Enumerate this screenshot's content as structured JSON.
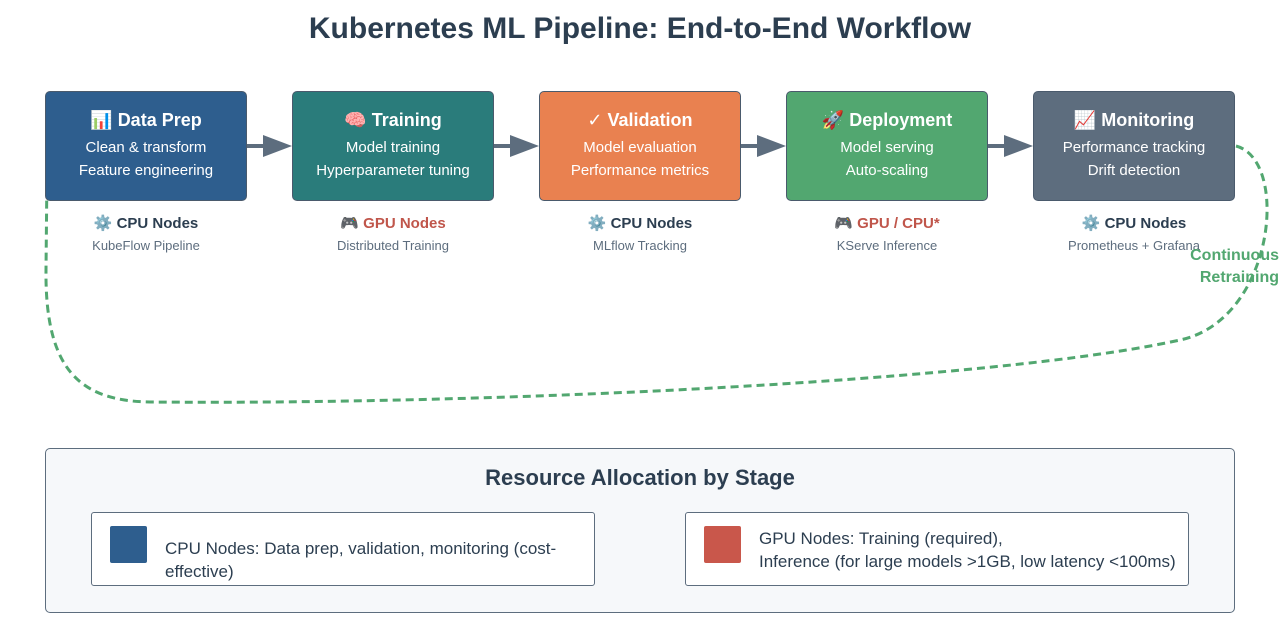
{
  "title": "Kubernetes ML Pipeline: End-to-End Workflow",
  "colors": {
    "cpu": "#2e5e8e",
    "gpu": "#c9574b",
    "arrow": "#5d6d7e",
    "retrain": "#52a770"
  },
  "stages": [
    {
      "icon": "📊",
      "icon_name": "bar-chart-icon",
      "title": "Data Prep",
      "lines": [
        "Clean & transform",
        "Feature engineering"
      ],
      "color": "#2e5e8e",
      "node_icon": "⚙️",
      "node_icon_name": "gear-icon",
      "node_type": "CPU Nodes",
      "node_is_gpu": false,
      "tool": "KubeFlow Pipeline"
    },
    {
      "icon": "🧠",
      "icon_name": "brain-icon",
      "title": "Training",
      "lines": [
        "Model training",
        "Hyperparameter tuning"
      ],
      "color": "#2a7c7b",
      "node_icon": "🎮",
      "node_icon_name": "gamepad-icon",
      "node_type": "GPU Nodes",
      "node_is_gpu": true,
      "tool": "Distributed Training"
    },
    {
      "icon": "✓",
      "icon_name": "checkmark-icon",
      "title": "Validation",
      "lines": [
        "Model evaluation",
        "Performance metrics"
      ],
      "color": "#e98150",
      "node_icon": "⚙️",
      "node_icon_name": "gear-icon",
      "node_type": "CPU Nodes",
      "node_is_gpu": false,
      "tool": "MLflow Tracking"
    },
    {
      "icon": "🚀",
      "icon_name": "rocket-icon",
      "title": "Deployment",
      "lines": [
        "Model serving",
        "Auto-scaling"
      ],
      "color": "#52a770",
      "node_icon": "🎮",
      "node_icon_name": "gamepad-icon",
      "node_type": "GPU / CPU*",
      "node_is_gpu": true,
      "tool": "KServe Inference"
    },
    {
      "icon": "📈",
      "icon_name": "trending-up-icon",
      "title": "Monitoring",
      "lines": [
        "Performance tracking",
        "Drift detection"
      ],
      "color": "#5d6d7e",
      "node_icon": "⚙️",
      "node_icon_name": "gear-icon",
      "node_type": "CPU Nodes",
      "node_is_gpu": false,
      "tool": "Prometheus + Grafana"
    }
  ],
  "retrain": {
    "line1": "Continuous",
    "line2": "Retraining"
  },
  "resources": {
    "title": "Resource Allocation by Stage",
    "cpu": {
      "color": "#2e5e8e",
      "text": "CPU Nodes: Data prep, validation, monitoring (cost-effective)"
    },
    "gpu": {
      "color": "#c9574b",
      "line1": "GPU Nodes: Training (required),",
      "line2": "Inference (for large models >1GB, low latency <100ms)"
    }
  }
}
